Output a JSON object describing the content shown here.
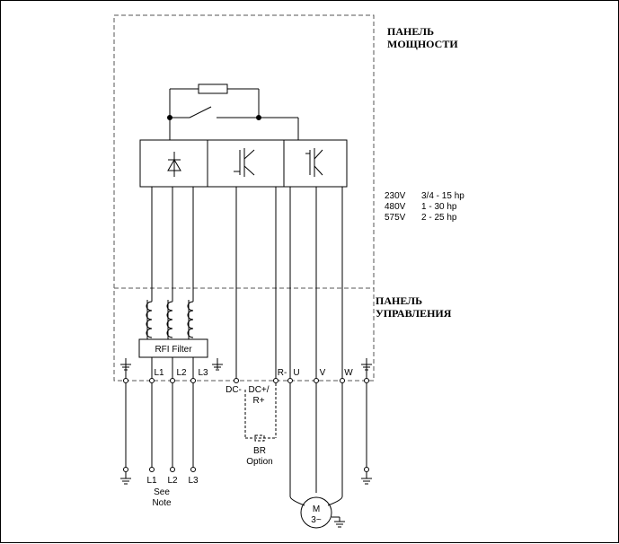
{
  "panels": {
    "power_line1": "ПАНЕЛЬ",
    "power_line2": "МОЩНОСТИ",
    "control_line1": "ПАНЕЛЬ",
    "control_line2": "УПРАВЛЕНИЯ"
  },
  "ratings": [
    {
      "voltage": "230V",
      "hp": "3/4 - 15 hp"
    },
    {
      "voltage": "480V",
      "hp": "1 - 30 hp"
    },
    {
      "voltage": "575V",
      "hp": "2 - 25 hp"
    }
  ],
  "filter_label": "RFI Filter",
  "terminals": {
    "l1": "L1",
    "l2": "L2",
    "l3": "L3",
    "dc_minus": "DC-",
    "dc_plus": "DC+/",
    "r_plus": "R+",
    "r_minus": "R-",
    "u": "U",
    "v": "V",
    "w": "W"
  },
  "bottom": {
    "l1": "L1",
    "l2": "L2",
    "l3": "L3",
    "see": "See",
    "note": "Note",
    "br": "BR",
    "option": "Option"
  },
  "motor": {
    "m": "M",
    "phase": "3~"
  },
  "icons": [
    "diode-icon",
    "igbt-icon",
    "igbt-icon",
    "inductor-icon",
    "ground-icon",
    "resistor-icon",
    "switch-icon",
    "motor-icon"
  ]
}
